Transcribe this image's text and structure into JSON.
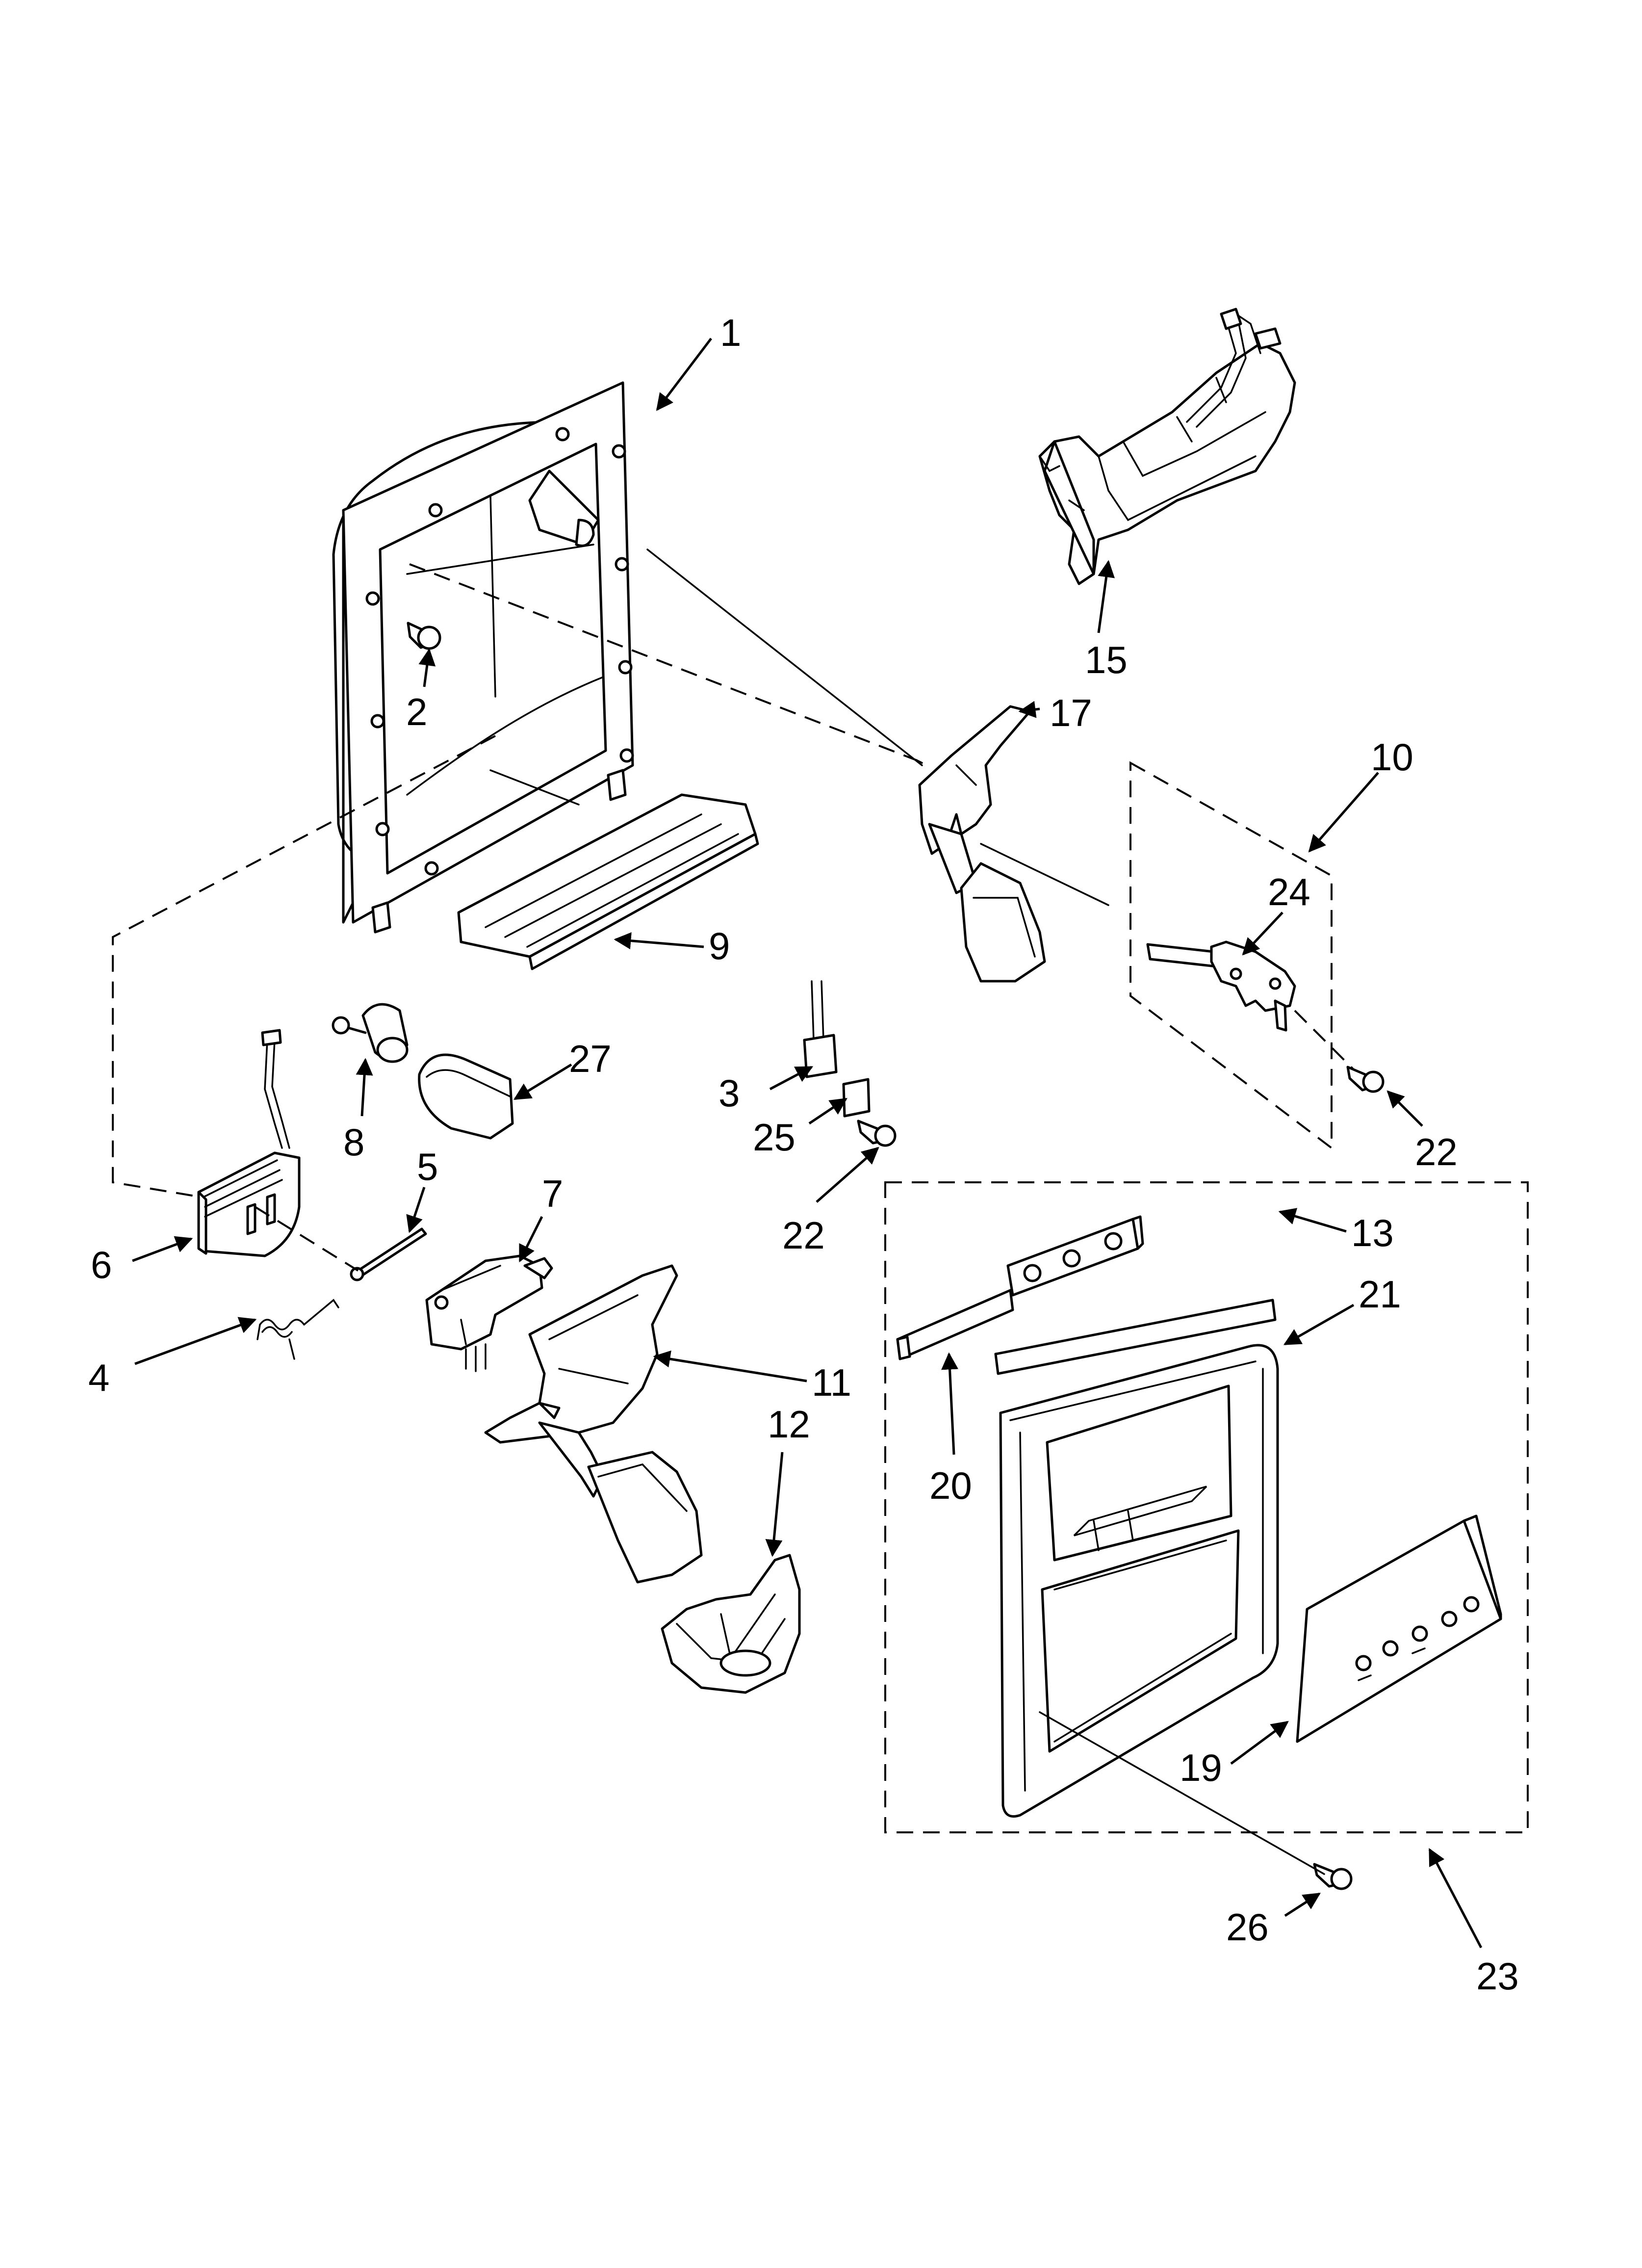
{
  "colors": {
    "line": "#000000",
    "background": "#ffffff"
  },
  "callouts": {
    "c1": "1",
    "c2": "2",
    "c3": "3",
    "c4": "4",
    "c5": "5",
    "c6": "6",
    "c7": "7",
    "c8": "8",
    "c9": "9",
    "c10": "10",
    "c11": "11",
    "c12": "12",
    "c13": "13",
    "c15": "15",
    "c17": "17",
    "c19": "19",
    "c20": "20",
    "c21": "21",
    "c22a": "22",
    "c22b": "22",
    "c23": "23",
    "c24": "24",
    "c25": "25",
    "c26": "26",
    "c27": "27"
  }
}
